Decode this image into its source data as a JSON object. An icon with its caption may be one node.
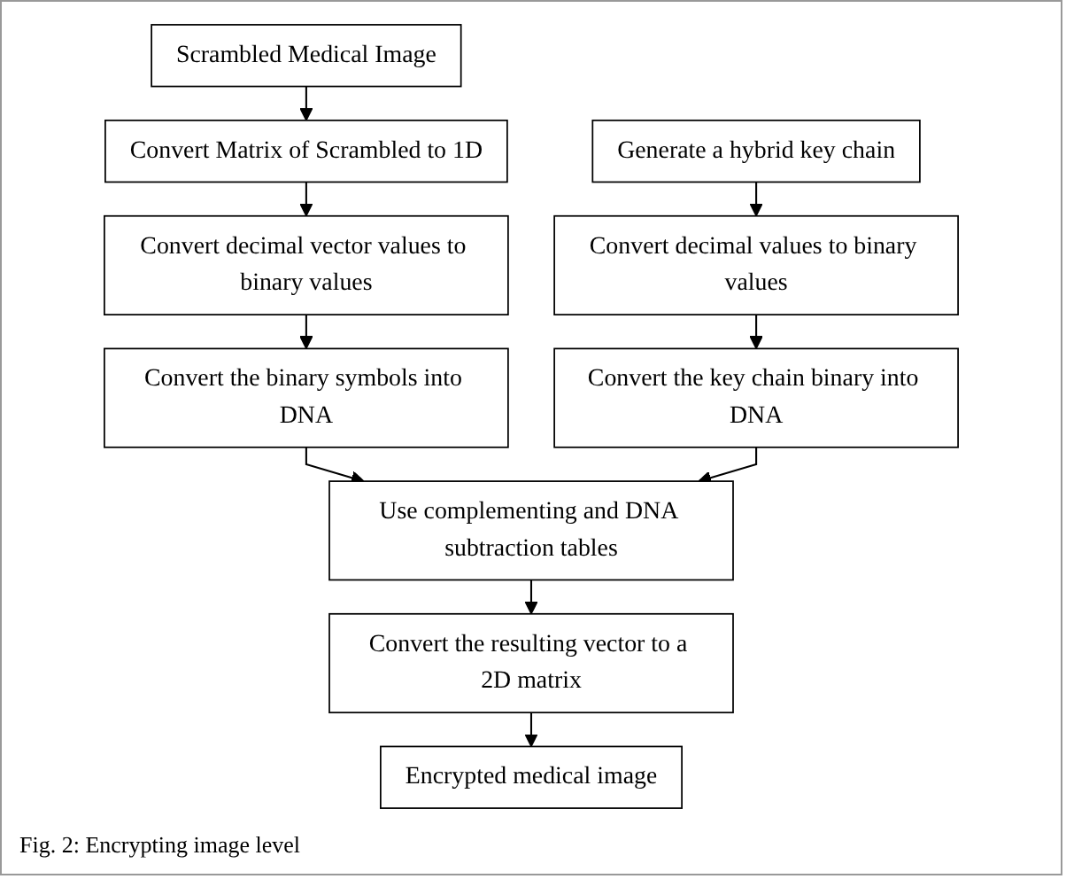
{
  "diagram": {
    "caption": "Fig. 2: Encrypting image level",
    "nodes": [
      {
        "text": [
          "Scrambled Medical Image"
        ]
      },
      {
        "text": [
          "Convert Matrix of Scrambled to 1D"
        ]
      },
      {
        "text": [
          "Generate a hybrid key chain"
        ]
      },
      {
        "text": [
          "Convert decimal vector values to binary values"
        ]
      },
      {
        "text": [
          "Convert decimal values to binary values"
        ]
      },
      {
        "text": [
          "Convert the binary symbols into DNA"
        ]
      },
      {
        "text": [
          "Convert the key chain binary into DNA"
        ]
      },
      {
        "text": [
          "Use complementing and DNA subtraction tables"
        ]
      },
      {
        "text": [
          "Convert the resulting vector to a 2D matrix"
        ]
      },
      {
        "text": [
          "Encrypted medical image"
        ]
      }
    ],
    "edges": [
      {
        "from": 0,
        "to": 1,
        "arrow": "to"
      },
      {
        "from": 1,
        "to": 3,
        "arrow": "to"
      },
      {
        "from": 3,
        "to": 5,
        "arrow": "to"
      },
      {
        "from": 5,
        "to": 7,
        "arrow": "to"
      },
      {
        "from": 2,
        "to": 4,
        "arrow": "to"
      },
      {
        "from": 4,
        "to": 6,
        "arrow": "to"
      },
      {
        "from": 6,
        "to": 7,
        "arrow": "to"
      },
      {
        "from": 7,
        "to": 8,
        "arrow": "to"
      },
      {
        "from": 8,
        "to": 9,
        "arrow": "to"
      }
    ]
  }
}
